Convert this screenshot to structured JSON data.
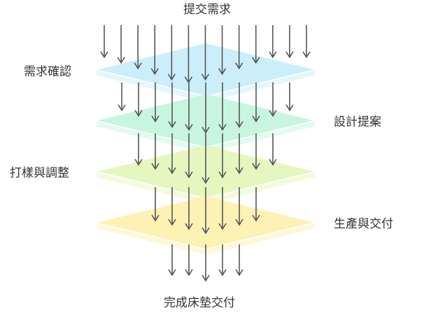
{
  "diagram": {
    "top_label": "提交需求",
    "bottom_label": "完成床墊交付",
    "stages": [
      {
        "label": "需求確認",
        "side": "left",
        "color": "#cbeefa",
        "edge": "#e3f6fd"
      },
      {
        "label": "設計提案",
        "side": "right",
        "color": "#c8f5e0",
        "edge": "#e2faef"
      },
      {
        "label": "打樣與調整",
        "side": "left",
        "color": "#e6f6bf",
        "edge": "#f2fbdc"
      },
      {
        "label": "生產與交付",
        "side": "right",
        "color": "#fdf1b3",
        "edge": "#fef8d8"
      }
    ],
    "arrow_color": "#555555"
  }
}
